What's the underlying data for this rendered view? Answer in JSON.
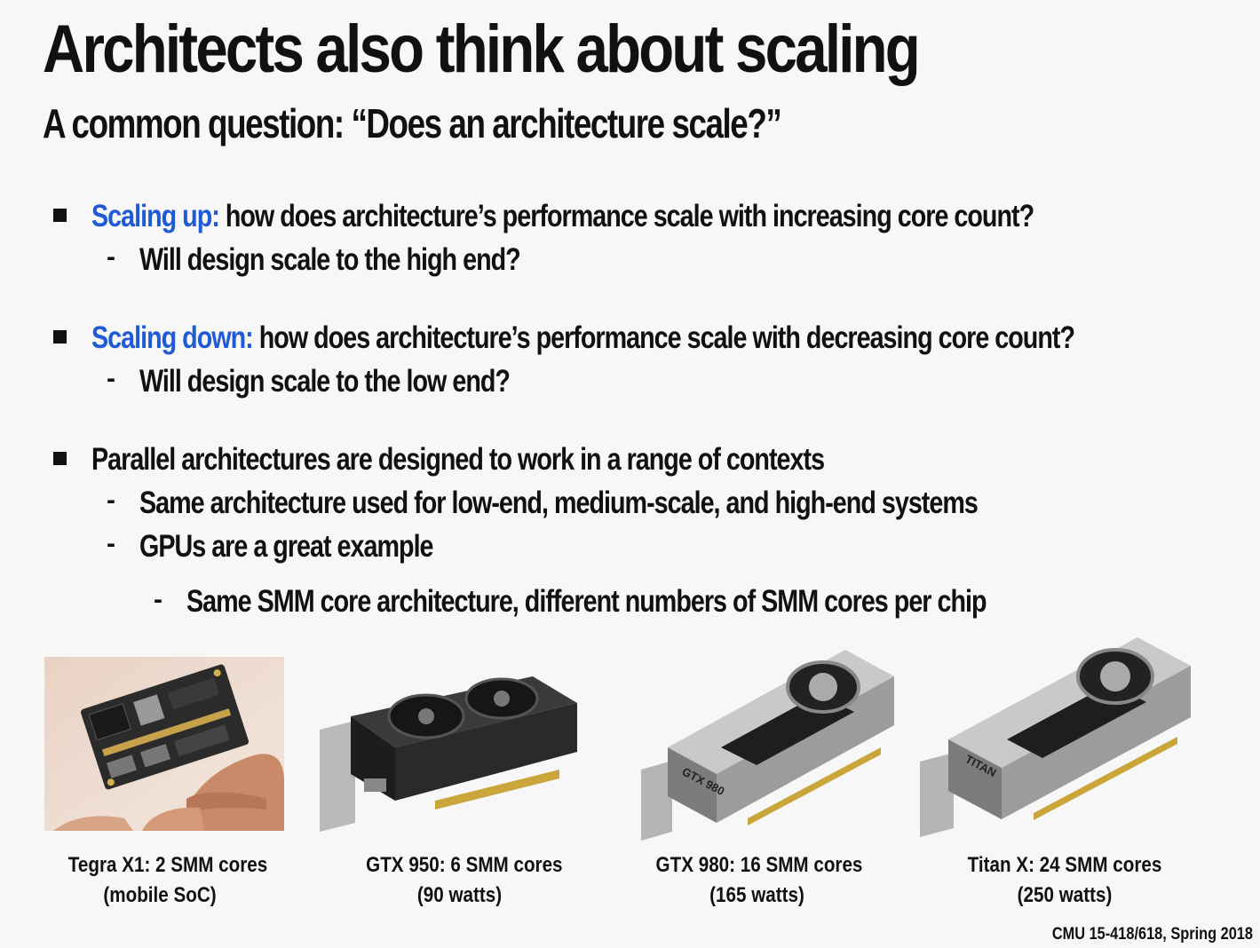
{
  "title": "Architects also think about scaling",
  "subtitle": "A common question: “Does an architecture scale?”",
  "bullets": [
    {
      "lead": "Scaling up:",
      "text": " how does architecture’s performance scale with increasing core count?",
      "sub": "Will design scale to the high end?"
    },
    {
      "lead": "Scaling down:",
      "text": " how does architecture’s performance scale with decreasing core count?",
      "sub": "Will design scale to the low end?"
    },
    {
      "text": "Parallel architectures are designed to work in a range of contexts",
      "subs": [
        "Same architecture used for low-end, medium-scale, and high-end systems",
        "GPUs are a great example"
      ],
      "subsub": "Same SMM core architecture, different numbers of SMM cores per chip"
    }
  ],
  "images": [
    {
      "line1": "Tegra X1: 2 SMM cores",
      "line2": "(mobile SoC)"
    },
    {
      "line1": "GTX 950: 6 SMM cores",
      "line2": "(90 watts)",
      "card_label": ""
    },
    {
      "line1": "GTX 980: 16 SMM cores",
      "line2": "(165 watts)",
      "card_label": "GTX 980"
    },
    {
      "line1": "Titan X: 24 SMM cores",
      "line2": "(250 watts)",
      "card_label": "TITAN"
    }
  ],
  "footer": "CMU 15-418/618, Spring 2018",
  "colors": {
    "accent": "#1f5bd6",
    "text": "#111111",
    "background": "#f7f7f7"
  }
}
